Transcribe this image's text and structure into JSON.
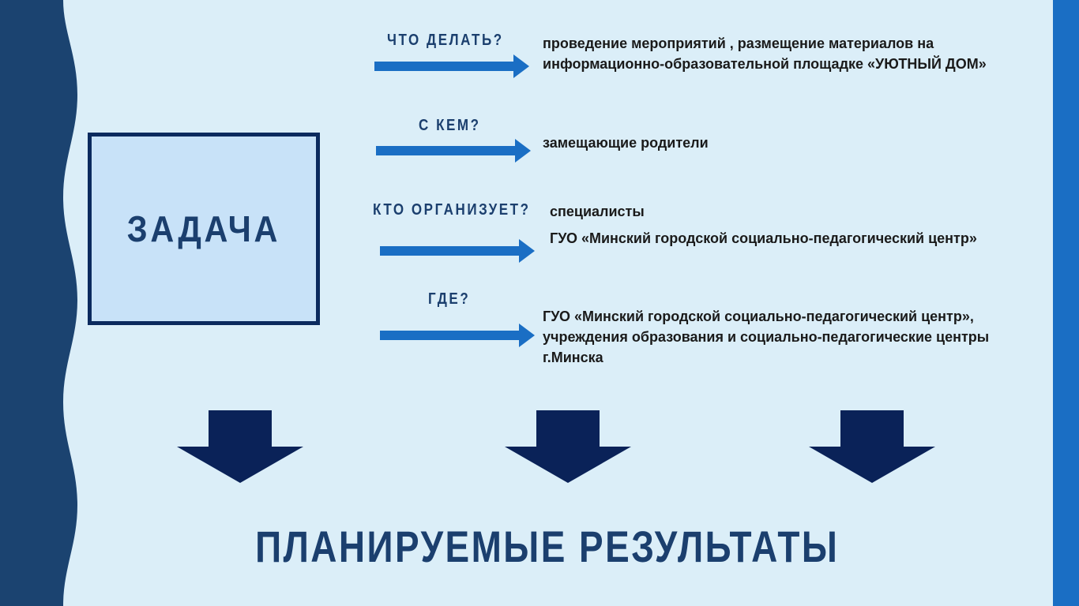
{
  "task": {
    "title": "ЗАДАЧА"
  },
  "questions": [
    {
      "label": "ЧТО ДЕЛАТЬ?",
      "lines": [
        "проведение мероприятий  , размещение материалов на",
        "информационно-образовательной площадке «УЮТНЫЙ ДОМ»"
      ]
    },
    {
      "label": "С КЕМ?",
      "lines": [
        "замещающие родители"
      ]
    },
    {
      "label": "КТО ОРГАНИЗУЕТ?",
      "lines": [
        "специалисты",
        "ГУО «Минский городской социально-педагогический центр»"
      ]
    },
    {
      "label": "ГДЕ?",
      "lines": [
        "ГУО «Минский городской социально-педагогический центр»,",
        "учреждения образования и социально-педагогические центры",
        "г.Минска"
      ]
    }
  ],
  "results": {
    "title": "ПЛАНИРУЕМЫЕ РЕЗУЛЬТАТЫ"
  },
  "colors": {
    "background": "#dbeef8",
    "dark_navy": "#0b2a5e",
    "arrow_blue": "#1a6ec4",
    "wave": "#1b4370"
  }
}
